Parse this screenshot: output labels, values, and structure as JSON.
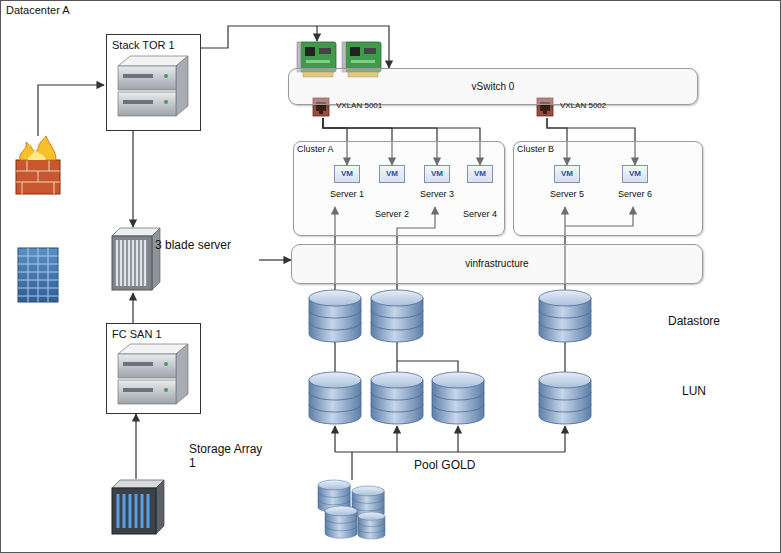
{
  "diagram": {
    "nodes": [
      {
        "text": [
          "Datacenter A"
        ]
      },
      {
        "text": [
          "Stack TOR 1"
        ],
        "in": 0
      },
      {
        "text": [
          "vSwitch 0"
        ],
        "in": 0
      },
      {
        "text": [
          "VXLAN 5001"
        ],
        "in": 2
      },
      {
        "text": [
          "VXLAN 5002"
        ],
        "in": 2
      },
      {
        "text": [
          "Cluster A"
        ],
        "in": 0
      },
      {
        "text": [
          "VM",
          "Server 1"
        ],
        "in": 5
      },
      {
        "text": [
          "VM",
          "Server 2"
        ],
        "in": 5
      },
      {
        "text": [
          "VM",
          "Server 3"
        ],
        "in": 5
      },
      {
        "text": [
          "VM",
          "Server 4"
        ],
        "in": 5
      },
      {
        "text": [
          "Cluster B"
        ],
        "in": 0
      },
      {
        "text": [
          "VM",
          "Server 5"
        ],
        "in": 10
      },
      {
        "text": [
          "VM",
          "Server 6"
        ],
        "in": 10
      },
      {
        "text": [
          "3 blade server"
        ],
        "in": 0
      },
      {
        "text": [
          "vinfrastructure"
        ],
        "in": 0
      },
      {
        "text": [
          "FC SAN 1"
        ],
        "in": 0
      },
      {
        "text": [
          "Storage Array 1"
        ],
        "in": 0
      }
    ],
    "edges": [
      {
        "from": 1,
        "to": 2,
        "arrow": "to"
      },
      {
        "from": 3,
        "to": 6,
        "arrow": "to"
      },
      {
        "from": 3,
        "to": 7,
        "arrow": "to"
      },
      {
        "from": 3,
        "to": 8,
        "arrow": "to"
      },
      {
        "from": 3,
        "to": 9,
        "arrow": "to"
      },
      {
        "from": 4,
        "to": 11,
        "arrow": "to"
      },
      {
        "from": 4,
        "to": 12,
        "arrow": "to"
      },
      {
        "from": 1,
        "to": 13,
        "arrow": "to"
      },
      {
        "from": 15,
        "to": 13,
        "arrow": "to"
      },
      {
        "from": 13,
        "to": 14,
        "arrow": "to"
      },
      {
        "from": 16,
        "to": 15,
        "arrow": "to"
      }
    ],
    "labels": [
      "Datastore",
      "LUN",
      "Pool GOLD"
    ]
  }
}
